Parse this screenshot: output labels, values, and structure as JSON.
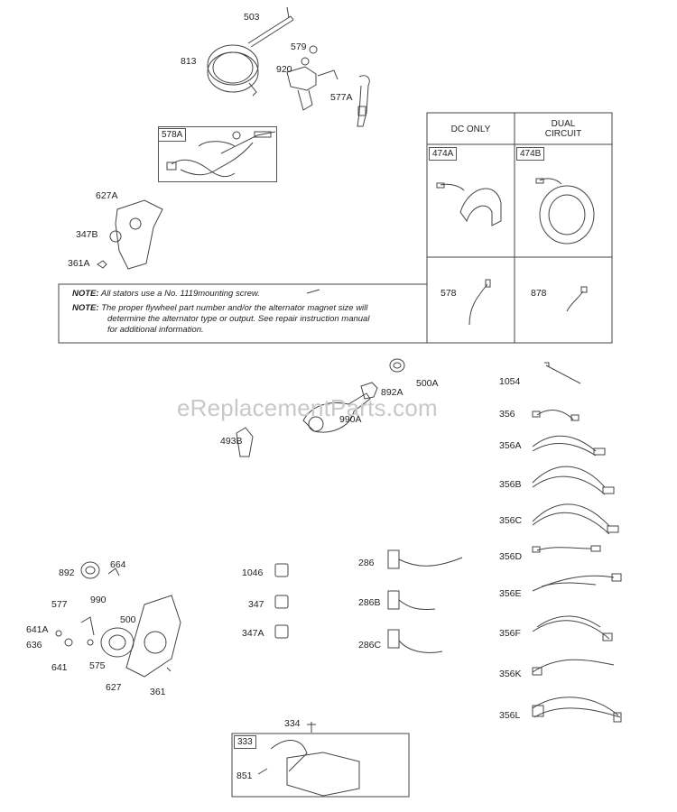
{
  "watermark": "eReplacementParts.com",
  "stator_table": {
    "col_dc": "DC ONLY",
    "col_dual_1": "DUAL",
    "col_dual_2": "CIRCUIT",
    "tag_474a": "474A",
    "tag_474b": "474B",
    "lbl_578": "578",
    "lbl_878": "878"
  },
  "notes": {
    "prefix": "NOTE:",
    "note1": "All stators use a No. 1119mounting screw.",
    "note2_l1": "The proper flywheel part number and/or the alternator magnet size will",
    "note2_l2": "determine the alternator type or output. See repair instruction manual",
    "note2_l3": "for additional information."
  },
  "boxes": {
    "tag_578a": "578A",
    "tag_333": "333"
  },
  "labels": {
    "p503": "503",
    "p579": "579",
    "p813": "813",
    "p920": "920",
    "p577a": "577A",
    "p627a": "627A",
    "p347b": "347B",
    "p361a": "361A",
    "p500a": "500A",
    "p892a": "892A",
    "p990a": "990A",
    "p493b": "493B",
    "p1054": "1054",
    "p356": "356",
    "p356a": "356A",
    "p356b": "356B",
    "p356c": "356C",
    "p356d": "356D",
    "p356e": "356E",
    "p356f": "356F",
    "p356k": "356K",
    "p356l": "356L",
    "p892": "892",
    "p664": "664",
    "p990": "990",
    "p577": "577",
    "p500": "500",
    "p641a": "641A",
    "p636": "636",
    "p641": "641",
    "p575": "575",
    "p627": "627",
    "p361": "361",
    "p1046": "1046",
    "p347": "347",
    "p347a": "347A",
    "p286": "286",
    "p286b": "286B",
    "p286c": "286C",
    "p334": "334",
    "p851": "851"
  }
}
